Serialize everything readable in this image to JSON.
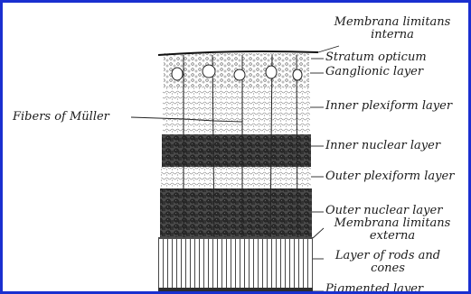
{
  "border_color": "#1a2fd0",
  "diagram": {
    "labels": {
      "membrana_limitans_interna_1": "Membrana limitans",
      "membrana_limitans_interna_2": "interna",
      "stratum_opticum": "Stratum opticum",
      "ganglionic_layer": "Ganglionic layer",
      "inner_plexiform_layer": "Inner plexiform layer",
      "fibers_of_muller": "Fibers of Müller",
      "inner_nuclear_layer": "Inner nuclear layer",
      "outer_plexiform_layer": "Outer plexiform layer",
      "outer_nuclear_layer": "Outer nuclear layer",
      "membrana_limitans_externa_1": "Membrana limitans",
      "membrana_limitans_externa_2": "externa",
      "layer_of_rods_and_cones_1": "Layer of rods and",
      "layer_of_rods_and_cones_2": "cones",
      "pigmented_layer": "Pigmented layer"
    }
  }
}
